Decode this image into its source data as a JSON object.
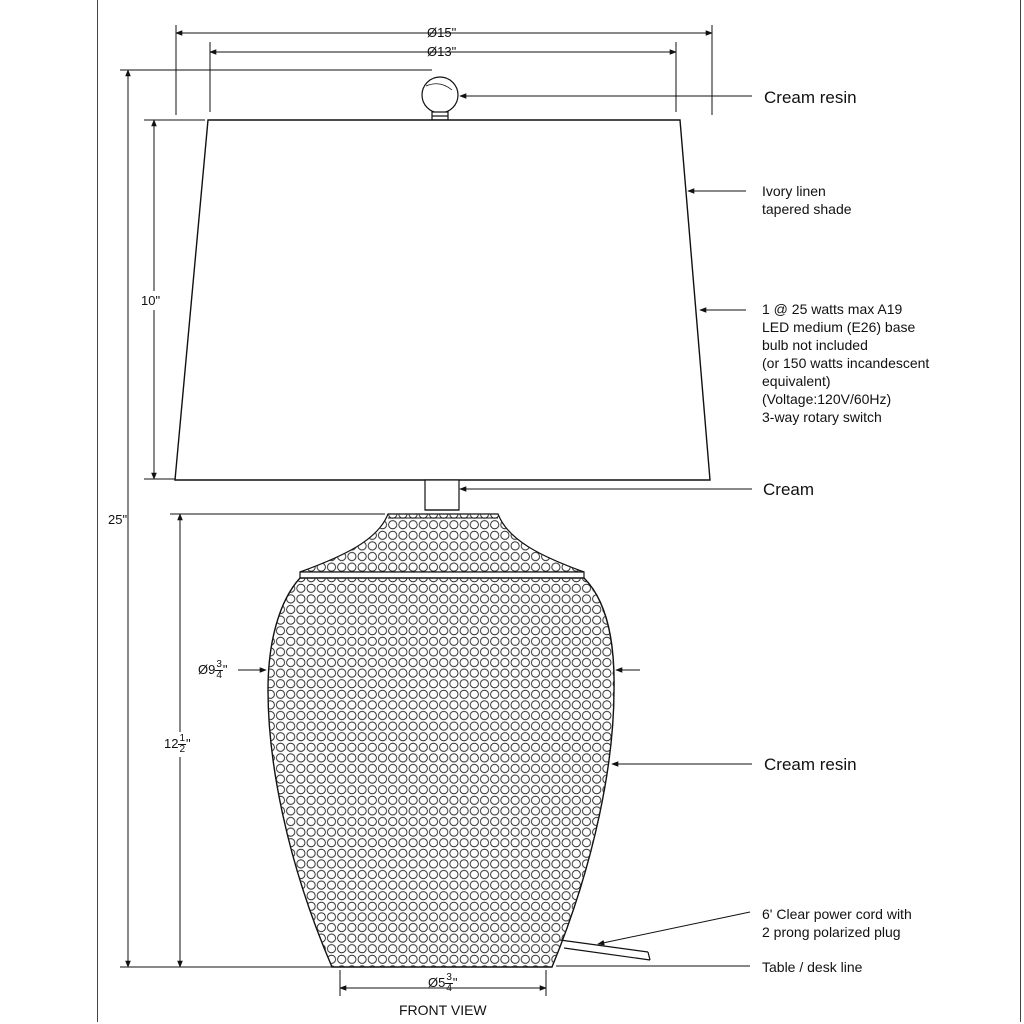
{
  "dimensions": {
    "shade_bottom_diameter": "Ø15\"",
    "shade_top_diameter": "Ø13\"",
    "overall_height": "25\"",
    "shade_height": "10\"",
    "body_diameter_prefix": "Ø9",
    "body_diameter_num": "3",
    "body_diameter_den": "4",
    "body_diameter_suffix": "\"",
    "base_height_prefix": "12",
    "base_height_num": "1",
    "base_height_den": "2",
    "base_height_suffix": "\"",
    "foot_diameter_prefix": "Ø5",
    "foot_diameter_num": "3",
    "foot_diameter_den": "4",
    "foot_diameter_suffix": "\""
  },
  "callouts": {
    "finial": "Cream resin",
    "shade_line1": "Ivory linen",
    "shade_line2": "tapered shade",
    "bulb_specs": [
      "1 @ 25 watts max A19",
      "LED medium (E26) base",
      "bulb not included",
      "(or 150 watts incandescent",
      "equivalent)",
      "(Voltage:120V/60Hz)",
      "3-way rotary switch"
    ],
    "neck": "Cream",
    "body": "Cream resin",
    "cord_line1": "6' Clear power cord with",
    "cord_line2": "2 prong polarized plug",
    "table_line": "Table / desk line"
  },
  "view_label": "FRONT VIEW",
  "colors": {
    "line": "#111111",
    "frame": "#444444"
  }
}
